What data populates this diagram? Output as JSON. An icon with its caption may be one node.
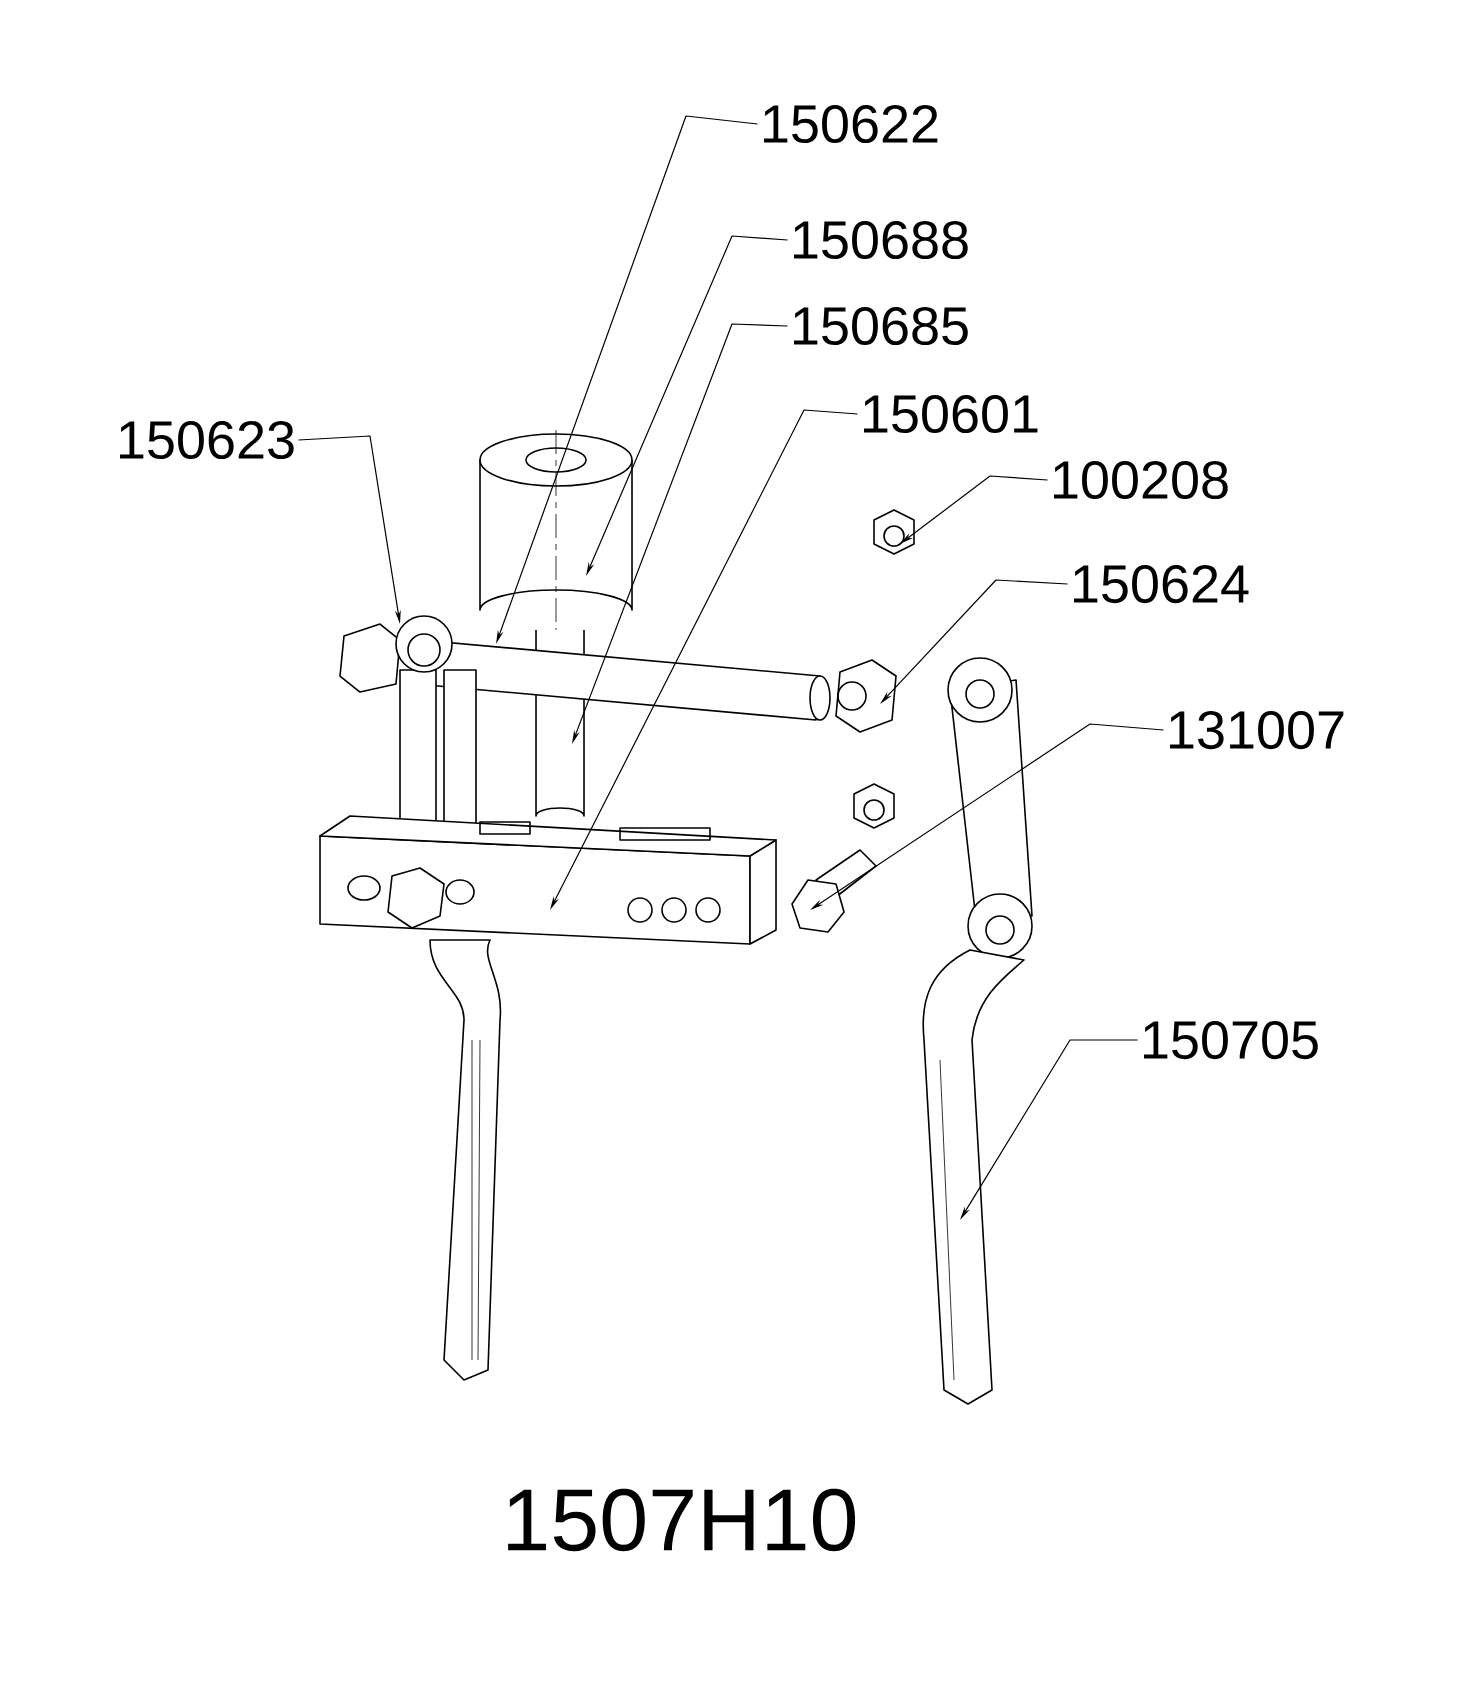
{
  "diagram": {
    "caption": "1507H10",
    "nodes": [
      {
        "text": [
          "150622"
        ]
      },
      {
        "text": [
          "150688"
        ]
      },
      {
        "text": [
          "150685"
        ]
      },
      {
        "text": [
          "150601"
        ]
      },
      {
        "text": [
          "150623"
        ]
      },
      {
        "text": [
          "100208"
        ]
      },
      {
        "text": [
          "150624"
        ]
      },
      {
        "text": [
          "131007"
        ]
      },
      {
        "text": [
          "150705"
        ]
      }
    ],
    "edges": [
      {
        "from": 0,
        "to": null,
        "arrow": "to"
      },
      {
        "from": 1,
        "to": null,
        "arrow": "to"
      },
      {
        "from": 2,
        "to": null,
        "arrow": "to"
      },
      {
        "from": 3,
        "to": null,
        "arrow": "to"
      },
      {
        "from": 4,
        "to": null,
        "arrow": "to"
      },
      {
        "from": 5,
        "to": null,
        "arrow": "to"
      },
      {
        "from": 6,
        "to": null,
        "arrow": "to"
      },
      {
        "from": 7,
        "to": null,
        "arrow": "to"
      },
      {
        "from": 8,
        "to": null,
        "arrow": "to"
      }
    ]
  }
}
